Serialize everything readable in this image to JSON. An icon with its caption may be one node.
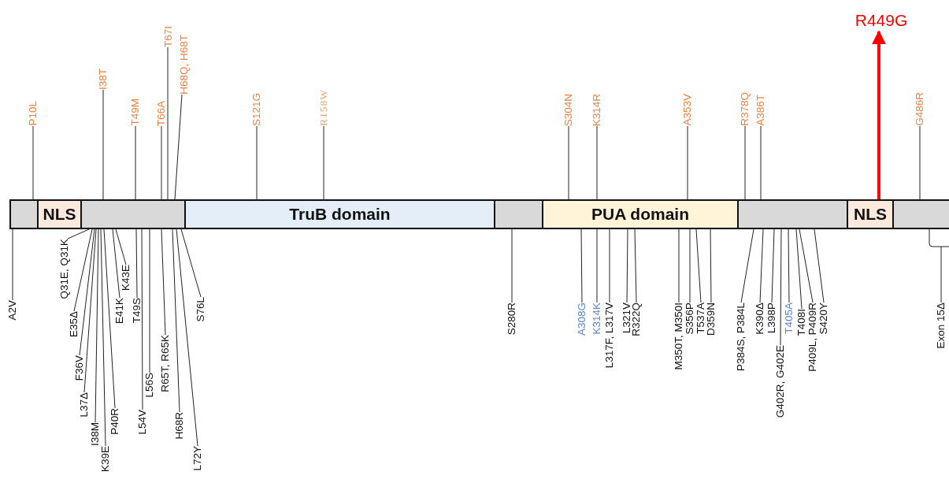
{
  "diagram": {
    "nodes": [
      {
        "text": [],
        "shape": "box"
      },
      {
        "text": [
          "NLS"
        ]
      },
      {
        "text": [],
        "shape": "box"
      },
      {
        "text": [
          "TruB domain"
        ]
      },
      {
        "text": [],
        "shape": "box"
      },
      {
        "text": [
          "PUA domain"
        ]
      },
      {
        "text": [],
        "shape": "box"
      },
      {
        "text": [
          "NLS"
        ]
      },
      {
        "text": [],
        "shape": "box"
      },
      {
        "text": [
          "P10L"
        ]
      },
      {
        "text": [
          "I38T"
        ]
      },
      {
        "text": [
          "T49M"
        ]
      },
      {
        "text": [
          "T66A"
        ]
      },
      {
        "text": [
          "T67I"
        ]
      },
      {
        "text": [
          "H68Q, H68T"
        ]
      },
      {
        "text": [
          "S121G"
        ]
      },
      {
        "text": [
          "R158W"
        ]
      },
      {
        "text": [
          "S304N"
        ]
      },
      {
        "text": [
          "K314R"
        ]
      },
      {
        "text": [
          "A353V"
        ]
      },
      {
        "text": [
          "R378Q"
        ]
      },
      {
        "text": [
          "A386T"
        ]
      },
      {
        "text": [
          "R449G"
        ]
      },
      {
        "text": [
          "G486R"
        ]
      },
      {
        "text": [
          "A2V"
        ]
      },
      {
        "text": [
          "Q31E, Q31K"
        ]
      },
      {
        "text": [
          "E35Δ"
        ]
      },
      {
        "text": [
          "F36V"
        ]
      },
      {
        "text": [
          "L37Δ"
        ]
      },
      {
        "text": [
          "I38M"
        ]
      },
      {
        "text": [
          "K39E"
        ]
      },
      {
        "text": [
          "P40R"
        ]
      },
      {
        "text": [
          "E41K"
        ]
      },
      {
        "text": [
          "K43E"
        ]
      },
      {
        "text": [
          "T49S"
        ]
      },
      {
        "text": [
          "L54V"
        ]
      },
      {
        "text": [
          "L56S"
        ]
      },
      {
        "text": [
          "R65T, R65K"
        ]
      },
      {
        "text": [
          "H68R"
        ]
      },
      {
        "text": [
          "L72Y"
        ]
      },
      {
        "text": [
          "S76L"
        ]
      },
      {
        "text": [
          "S280R"
        ]
      },
      {
        "text": [
          "A308G"
        ]
      },
      {
        "text": [
          "K314K"
        ]
      },
      {
        "text": [
          "L317F, L317V"
        ]
      },
      {
        "text": [
          "L321V"
        ]
      },
      {
        "text": [
          "R322Q"
        ]
      },
      {
        "text": [
          "M350T, M350I"
        ]
      },
      {
        "text": [
          "S356P"
        ]
      },
      {
        "text": [
          "T537A"
        ]
      },
      {
        "text": [
          "D359N"
        ]
      },
      {
        "text": [
          "P384S, P384L"
        ]
      },
      {
        "text": [
          "K390Δ"
        ]
      },
      {
        "text": [
          "L398P"
        ]
      },
      {
        "text": [
          "G402R, G402E"
        ]
      },
      {
        "text": [
          "T405A"
        ]
      },
      {
        "text": [
          "T408I"
        ]
      },
      {
        "text": [
          "P409L, P409R"
        ]
      },
      {
        "text": [
          "S420Y"
        ]
      },
      {
        "text": [
          "Exon 15Δ"
        ]
      }
    ],
    "edges": [
      {
        "from": 9,
        "to": 0,
        "arrow": "none"
      },
      {
        "from": 10,
        "to": 2,
        "arrow": "none"
      },
      {
        "from": 11,
        "to": 2,
        "arrow": "none"
      },
      {
        "from": 12,
        "to": 2,
        "arrow": "none"
      },
      {
        "from": 13,
        "to": 2,
        "arrow": "none"
      },
      {
        "from": 14,
        "to": 2,
        "arrow": "none"
      },
      {
        "from": 15,
        "to": 3,
        "arrow": "none"
      },
      {
        "from": 16,
        "to": 3,
        "arrow": "none"
      },
      {
        "from": 17,
        "to": 5,
        "arrow": "none"
      },
      {
        "from": 18,
        "to": 5,
        "arrow": "none"
      },
      {
        "from": 19,
        "to": 5,
        "arrow": "none"
      },
      {
        "from": 20,
        "to": 6,
        "arrow": "none"
      },
      {
        "from": 21,
        "to": 6,
        "arrow": "none"
      },
      {
        "from": 7,
        "to": 22,
        "arrow": "to",
        "style": "thick",
        "color": "#ff0000"
      },
      {
        "from": 23,
        "to": 8,
        "arrow": "none"
      },
      {
        "from": 24,
        "to": 0,
        "arrow": "none"
      },
      {
        "from": 25,
        "to": 2,
        "arrow": "none"
      },
      {
        "from": 26,
        "to": 2,
        "arrow": "none"
      },
      {
        "from": 27,
        "to": 2,
        "arrow": "none"
      },
      {
        "from": 28,
        "to": 2,
        "arrow": "none"
      },
      {
        "from": 29,
        "to": 2,
        "arrow": "none"
      },
      {
        "from": 30,
        "to": 2,
        "arrow": "none"
      },
      {
        "from": 31,
        "to": 2,
        "arrow": "none"
      },
      {
        "from": 32,
        "to": 2,
        "arrow": "none"
      },
      {
        "from": 33,
        "to": 2,
        "arrow": "none"
      },
      {
        "from": 34,
        "to": 2,
        "arrow": "none"
      },
      {
        "from": 35,
        "to": 2,
        "arrow": "none"
      },
      {
        "from": 36,
        "to": 2,
        "arrow": "none"
      },
      {
        "from": 37,
        "to": 2,
        "arrow": "none"
      },
      {
        "from": 38,
        "to": 2,
        "arrow": "none"
      },
      {
        "from": 39,
        "to": 2,
        "arrow": "none"
      },
      {
        "from": 40,
        "to": 2,
        "arrow": "none"
      },
      {
        "from": 41,
        "to": 4,
        "arrow": "none"
      },
      {
        "from": 42,
        "to": 5,
        "arrow": "none"
      },
      {
        "from": 43,
        "to": 5,
        "arrow": "none"
      },
      {
        "from": 44,
        "to": 5,
        "arrow": "none"
      },
      {
        "from": 45,
        "to": 5,
        "arrow": "none"
      },
      {
        "from": 46,
        "to": 5,
        "arrow": "none"
      },
      {
        "from": 47,
        "to": 5,
        "arrow": "none"
      },
      {
        "from": 48,
        "to": 5,
        "arrow": "none"
      },
      {
        "from": 49,
        "to": 5,
        "arrow": "none"
      },
      {
        "from": 50,
        "to": 5,
        "arrow": "none"
      },
      {
        "from": 51,
        "to": 6,
        "arrow": "none"
      },
      {
        "from": 52,
        "to": 6,
        "arrow": "none"
      },
      {
        "from": 53,
        "to": 6,
        "arrow": "none"
      },
      {
        "from": 54,
        "to": 6,
        "arrow": "none"
      },
      {
        "from": 55,
        "to": 6,
        "arrow": "none"
      },
      {
        "from": 56,
        "to": 6,
        "arrow": "none"
      },
      {
        "from": 57,
        "to": 6,
        "arrow": "none"
      },
      {
        "from": 58,
        "to": 6,
        "arrow": "none"
      },
      {
        "from": 59,
        "to": 8,
        "arrow": "none"
      }
    ]
  }
}
